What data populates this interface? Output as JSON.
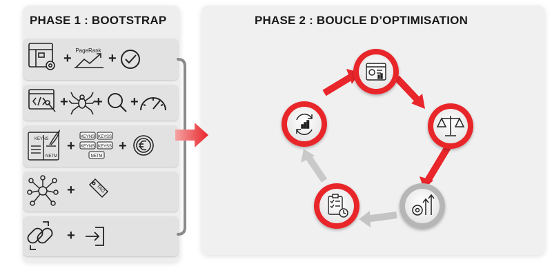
{
  "phase1": {
    "title": "PHASE 1 : BOOTSTRAP",
    "rows": [
      {
        "icons": [
          "site-architecture-gear-icon",
          "pagerank-graph-icon",
          "check-circle-icon"
        ],
        "pagerank_label": "PageRank"
      },
      {
        "icons": [
          "code-tools-icon",
          "spider-crawler-icon",
          "magnifier-icon",
          "speedometer-icon"
        ]
      },
      {
        "icons": [
          "content-writing-book-icon",
          "keyword-tags-icon",
          "euro-coin-icon"
        ],
        "keyword_tags": [
          "KEYNS",
          "KEYSS",
          "KEYNS",
          "KEYSS",
          "NETM"
        ],
        "book_tags": [
          "KEYNS",
          "NETM"
        ]
      },
      {
        "icons": [
          "network-nodes-icon",
          "tag-icon"
        ],
        "tag_label": "TAG"
      },
      {
        "icons": [
          "link-chain-icon",
          "login-arrow-icon"
        ]
      }
    ],
    "plus": "+"
  },
  "phase2": {
    "title": "PHASE 2 : BOUCLE D’OPTIMISATION",
    "cycle_nodes": [
      "dashboard-analytics-icon",
      "balance-scale-icon",
      "gear-growth-arrows-icon",
      "checklist-clock-icon",
      "refresh-chart-icon"
    ]
  },
  "colors": {
    "accent_red": "#e8262b",
    "connector_gray": "#8a8a8a",
    "panel_bg": "#eeeeee",
    "row_bg": "#e2e2e2"
  }
}
